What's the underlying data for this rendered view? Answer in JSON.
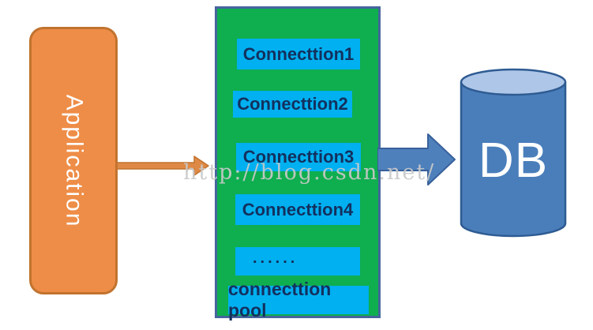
{
  "application": {
    "label": "Application"
  },
  "pool": {
    "connections": [
      "Connecttion1",
      "Connecttion2",
      "Connecttion3",
      "Connecttion4",
      "......"
    ],
    "label": "connecttion pool"
  },
  "database": {
    "label": "DB"
  },
  "watermark": {
    "text": "http://blog.csdn.net/"
  },
  "colors": {
    "app_fill": "#EE8D47",
    "app_border": "#C1732F",
    "pool_fill": "#0FAE4F",
    "pool_border": "#46659E",
    "connection_fill": "#00B0F0",
    "connection_text": "#13305E",
    "arrow_orange": "#DE8A46",
    "arrow_blue": "#4E80BC",
    "db_body": "#4A7EBB",
    "db_top": "#AEC6E8",
    "db_border": "#2E5B92",
    "watermark_gray": "#C9C9C9"
  }
}
